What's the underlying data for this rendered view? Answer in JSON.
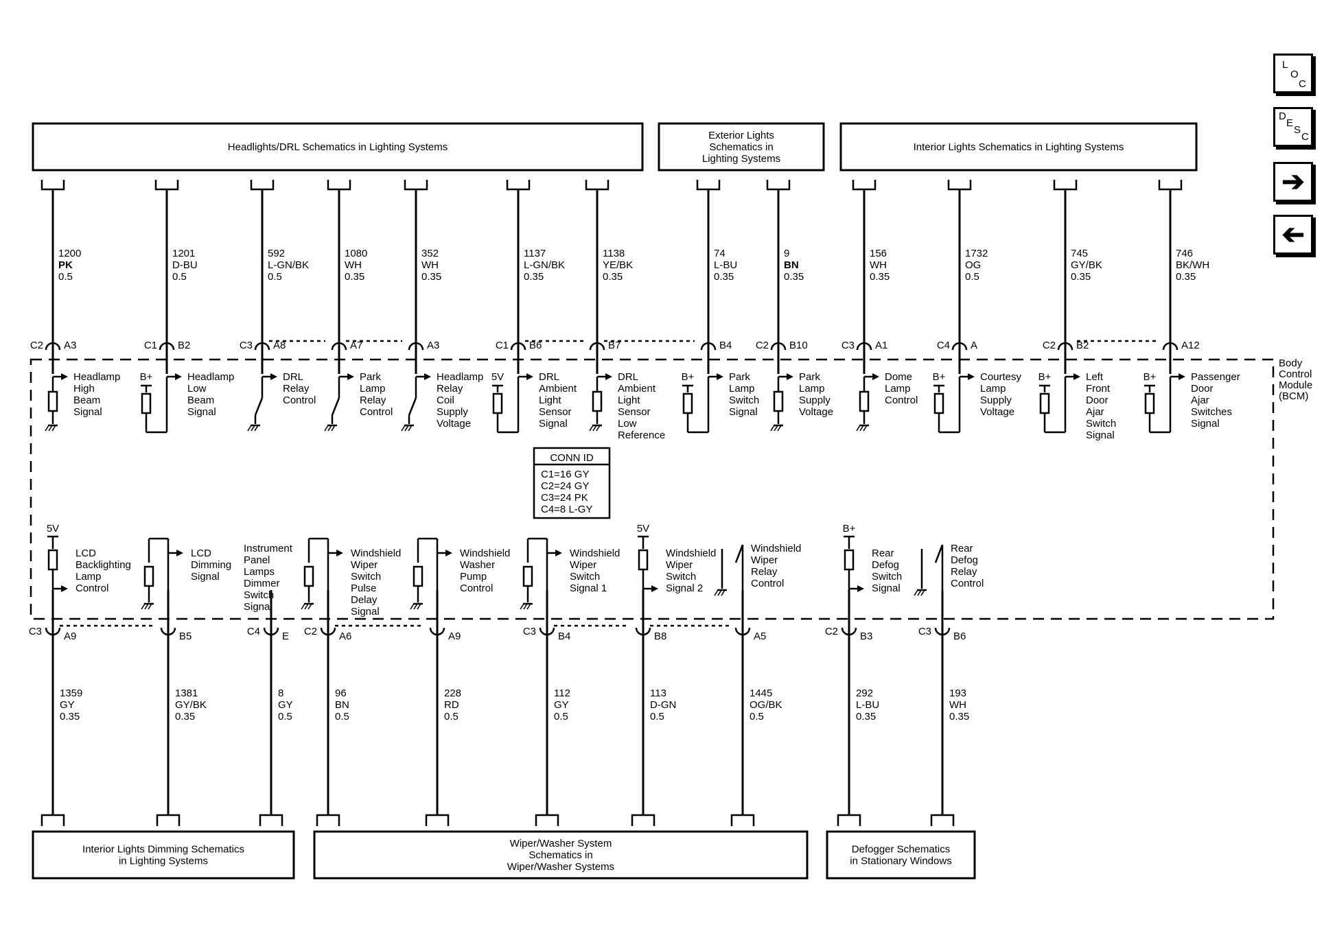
{
  "nav": {
    "loc_letters": [
      "L",
      "O",
      "C"
    ],
    "desc_letters": [
      "D",
      "E",
      "S",
      "C"
    ],
    "next_icon": "right-arrow-icon",
    "prev_icon": "left-arrow-icon"
  },
  "module": {
    "label_lines": [
      "Body",
      "Control",
      "Module",
      "(BCM)"
    ]
  },
  "conn_id": {
    "title": "CONN ID",
    "lines": [
      "C1=16 GY",
      "C2=24 GY",
      "C3=24 PK",
      "C4=8 L-GY"
    ]
  },
  "top_boxes": [
    {
      "lines": [
        "Headlights/DRL Schematics in Lighting Systems"
      ]
    },
    {
      "lines": [
        "Exterior Lights",
        "Schematics in",
        "Lighting Systems"
      ]
    },
    {
      "lines": [
        "Interior Lights Schematics in Lighting Systems"
      ]
    }
  ],
  "bottom_boxes": [
    {
      "lines": [
        "Interior Lights Dimming Schematics",
        "in Lighting Systems"
      ]
    },
    {
      "lines": [
        "Wiper/Washer System",
        "Schematics in",
        "Wiper/Washer Systems"
      ]
    },
    {
      "lines": [
        "Defogger Schematics",
        "in Stationary Windows"
      ]
    }
  ],
  "top_circuits": [
    {
      "conn": "C2",
      "pin": "A3",
      "circuit": "1200",
      "color": "PK",
      "gauge": "0.5",
      "type": "resistor-ground",
      "supply": "",
      "desc": [
        "Headlamp",
        "High",
        "Beam",
        "Signal"
      ]
    },
    {
      "conn": "C1",
      "pin": "B2",
      "circuit": "1201",
      "color": "D-BU",
      "gauge": "0.5",
      "type": "resistor-supply",
      "supply": "B+",
      "desc": [
        "Headlamp",
        "Low",
        "Beam",
        "Signal"
      ]
    },
    {
      "conn": "C3",
      "pin": "A8",
      "circuit": "592",
      "color": "L-GN/BK",
      "gauge": "0.5",
      "type": "switch-ground",
      "supply": "",
      "desc": [
        "DRL",
        "Relay",
        "Control"
      ]
    },
    {
      "conn": "",
      "pin": "A7",
      "circuit": "1080",
      "color": "WH",
      "gauge": "0.35",
      "type": "switch-ground",
      "supply": "",
      "desc": [
        "Park",
        "Lamp",
        "Relay",
        "Control"
      ]
    },
    {
      "conn": "",
      "pin": "A3",
      "circuit": "352",
      "color": "WH",
      "gauge": "0.35",
      "type": "switch-ground",
      "supply": "",
      "desc": [
        "Headlamp",
        "Relay",
        "Coil",
        "Supply",
        "Voltage"
      ]
    },
    {
      "conn": "C1",
      "pin": "B6",
      "circuit": "1137",
      "color": "L-GN/BK",
      "gauge": "0.35",
      "type": "resistor-supply",
      "supply": "5V",
      "desc": [
        "DRL",
        "Ambient",
        "Light",
        "Sensor",
        "Signal"
      ]
    },
    {
      "conn": "",
      "pin": "B7",
      "circuit": "1138",
      "color": "YE/BK",
      "gauge": "0.35",
      "type": "resistor-ground",
      "supply": "",
      "desc": [
        "DRL",
        "Ambient",
        "Light",
        "Sensor",
        "Low",
        "Reference"
      ]
    },
    {
      "conn": "",
      "pin": "B4",
      "circuit": "74",
      "color": "L-BU",
      "gauge": "0.35",
      "type": "resistor-supply",
      "supply": "B+",
      "desc": [
        "Park",
        "Lamp",
        "Switch",
        "Signal"
      ]
    },
    {
      "conn": "C2",
      "pin": "B10",
      "circuit": "9",
      "color": "BN",
      "gauge": "0.35",
      "type": "resistor-ground",
      "supply": "",
      "desc": [
        "Park",
        "Lamp",
        "Supply",
        "Voltage"
      ]
    },
    {
      "conn": "C3",
      "pin": "A1",
      "circuit": "156",
      "color": "WH",
      "gauge": "0.35",
      "type": "resistor-ground",
      "supply": "",
      "desc": [
        "Dome",
        "Lamp",
        "Control"
      ]
    },
    {
      "conn": "C4",
      "pin": "A",
      "circuit": "1732",
      "color": "OG",
      "gauge": "0.5",
      "type": "resistor-supply",
      "supply": "B+",
      "desc": [
        "Courtesy",
        "Lamp",
        "Supply",
        "Voltage"
      ]
    },
    {
      "conn": "C2",
      "pin": "B2",
      "circuit": "745",
      "color": "GY/BK",
      "gauge": "0.35",
      "type": "resistor-supply",
      "supply": "B+",
      "desc": [
        "Left",
        "Front",
        "Door",
        "Ajar",
        "Switch",
        "Signal"
      ]
    },
    {
      "conn": "",
      "pin": "A12",
      "circuit": "746",
      "color": "BK/WH",
      "gauge": "0.35",
      "type": "resistor-supply",
      "supply": "B+",
      "desc": [
        "Passenger",
        "Door",
        "Ajar",
        "Switches",
        "Signal"
      ]
    }
  ],
  "bottom_circuits": [
    {
      "conn": "C3",
      "pin": "A9",
      "circuit": "1359",
      "color": "GY",
      "gauge": "0.35",
      "type": "supply-resistor",
      "supply": "5V",
      "desc": [
        "LCD",
        "Backlighting",
        "Lamp",
        "Control"
      ]
    },
    {
      "conn": "",
      "pin": "B5",
      "circuit": "1381",
      "color": "GY/BK",
      "gauge": "0.35",
      "type": "resistor-ground-loop",
      "supply": "",
      "desc": [
        "LCD",
        "Dimming",
        "Signal"
      ]
    },
    {
      "conn": "C4",
      "pin": "E",
      "circuit": "8",
      "color": "GY",
      "gauge": "0.5",
      "type": "plain",
      "supply": "",
      "desc": [
        "Instrument",
        "Panel",
        "Lamps",
        "Dimmer",
        "Switch",
        "Signal"
      ]
    },
    {
      "conn": "C2",
      "pin": "A6",
      "circuit": "96",
      "color": "BN",
      "gauge": "0.5",
      "type": "resistor-ground-loop",
      "supply": "",
      "desc": [
        "Windshield",
        "Wiper",
        "Switch",
        "Pulse",
        "Delay",
        "Signal"
      ]
    },
    {
      "conn": "",
      "pin": "A9",
      "circuit": "228",
      "color": "RD",
      "gauge": "0.5",
      "type": "resistor-ground-loop",
      "supply": "",
      "desc": [
        "Windshield",
        "Washer",
        "Pump",
        "Control"
      ]
    },
    {
      "conn": "C3",
      "pin": "B4",
      "circuit": "112",
      "color": "GY",
      "gauge": "0.5",
      "type": "resistor-ground-loop",
      "supply": "",
      "desc": [
        "Windshield",
        "Wiper",
        "Switch",
        "Signal 1"
      ]
    },
    {
      "conn": "",
      "pin": "B8",
      "circuit": "113",
      "color": "D-GN",
      "gauge": "0.5",
      "type": "supply-resistor",
      "supply": "5V",
      "desc": [
        "Windshield",
        "Wiper",
        "Switch",
        "Signal 2"
      ]
    },
    {
      "conn": "",
      "pin": "A5",
      "circuit": "1445",
      "color": "OG/BK",
      "gauge": "0.5",
      "type": "switch-ground",
      "supply": "",
      "desc": [
        "Windshield",
        "Wiper",
        "Relay",
        "Control"
      ]
    },
    {
      "conn": "C2",
      "pin": "B3",
      "circuit": "292",
      "color": "L-BU",
      "gauge": "0.35",
      "type": "supply-resistor",
      "supply": "B+",
      "desc": [
        "Rear",
        "Defog",
        "Switch",
        "Signal"
      ]
    },
    {
      "conn": "C3",
      "pin": "B6",
      "circuit": "193",
      "color": "WH",
      "gauge": "0.35",
      "type": "switch-ground",
      "supply": "",
      "desc": [
        "Rear",
        "Defog",
        "Relay",
        "Control"
      ]
    }
  ]
}
